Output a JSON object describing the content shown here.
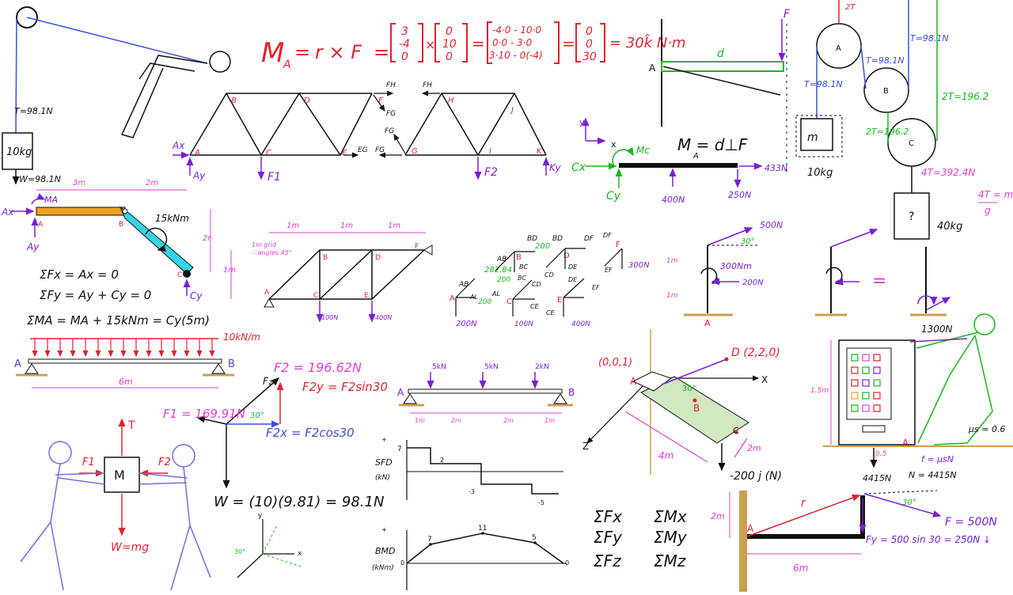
{
  "colors": {
    "black": "#111111",
    "red": "#e0232d",
    "purple": "#7a1fd6",
    "pink": "#e23fd0",
    "green": "#16b81c",
    "blue": "#3a4fe0",
    "orange": "#f0a020",
    "cyan": "#33d6e6"
  },
  "moment_equation": {
    "lhs": "M",
    "lhs_sub": "A",
    "eq1": "=",
    "rxf": "r × F",
    "eq2": "=",
    "r_vec": [
      "3",
      "-4",
      "0"
    ],
    "cross": "×",
    "f_vec": [
      "0",
      "10",
      "0"
    ],
    "eq3": "=",
    "det_rows": [
      "-4·0 - 10·0",
      "0·0 - 3·0",
      "3·10 - 0(-4)"
    ],
    "eq4": "=",
    "res_vec": [
      "0",
      "0",
      "30"
    ],
    "result": "= 30k̂ N·m"
  },
  "pulley_person": {
    "tension": "T=98.1N",
    "mass": "10kg",
    "weight": "W=98.1N"
  },
  "truss1": {
    "joints": [
      "A",
      "B",
      "C",
      "D",
      "E",
      "F"
    ],
    "forces": [
      "Ax",
      "Ay",
      "F1",
      "FH",
      "FG",
      "EG"
    ]
  },
  "truss2": {
    "joints": [
      "H",
      "J",
      "G",
      "I",
      "K"
    ],
    "forces": [
      "FH",
      "FG",
      "FG",
      "F2",
      "Ky",
      "EG"
    ]
  },
  "lever_arm": {
    "point": "A",
    "force": "F",
    "arm": "d",
    "equation": "M = d⊥F",
    "eq_sub": "A"
  },
  "pulley_system": {
    "pulleys": [
      "A",
      "B",
      "C"
    ],
    "tensions": [
      "2T",
      "T=98.1N",
      "T=98.1N",
      "T=98.1N",
      "2T=196.2",
      "2T=196.2",
      "4T=392.4N"
    ],
    "known_mass": "m",
    "known_mass_label": "10kg",
    "unknown_mass": "?",
    "unknown_mass_label": "40kg",
    "ratio": "4T = m",
    "ratio_den": "g"
  },
  "beam_fbd": {
    "axis_y": "y",
    "axis_x": "x",
    "moment": "Mc",
    "forces": [
      "Cx",
      "Cy",
      "400N",
      "250N",
      "433N"
    ]
  },
  "frame": {
    "labels": [
      "Ax",
      "MA",
      "A",
      "B",
      "C",
      "Ay",
      "Cy",
      "15kNm"
    ],
    "dims": [
      "3m",
      "2m",
      "2r"
    ],
    "equations": [
      "ΣFx = Ax = 0",
      "ΣFy = Ay + Cy = 0",
      "ΣMA = MA + 15kNm = Cy(5m)"
    ]
  },
  "truss3": {
    "dims": [
      "1m",
      "1m",
      "1m",
      "1m"
    ],
    "note": [
      "1m grid",
      "∴ angles 45°"
    ],
    "joints": [
      "A",
      "B",
      "C",
      "D",
      "E",
      "F"
    ],
    "loads": [
      "100N",
      "400N"
    ]
  },
  "joint_method": {
    "labels": [
      "BD",
      "BD",
      "DF",
      "DF",
      "F",
      "AB",
      "AB",
      "BC",
      "BC",
      "CD",
      "CD",
      "DE",
      "DE",
      "EF",
      "EF",
      "AL",
      "AL",
      "CE",
      "CE",
      "A",
      "B",
      "C",
      "D",
      "E",
      "300N",
      "200N",
      "100N",
      "400N"
    ],
    "values": [
      "200",
      "282.84",
      "200",
      "200"
    ]
  },
  "post1": {
    "force": "500N",
    "angle": "30°",
    "moment": "300Nm",
    "horiz": "200N",
    "heights": [
      "1m",
      "1m"
    ],
    "base": "A"
  },
  "equiv": {
    "equals": "="
  },
  "dist_load": {
    "intensity": "10kN/m",
    "span": "6m",
    "left": "A",
    "right": "B"
  },
  "force_components": {
    "f2": "F2 = 196.62N",
    "f1": "F1 = 169.91N",
    "f2y": "F2y = F2sin30",
    "f2x": "F2x = F2cos30",
    "angle": "30°",
    "weight": "W = (10)(9.81) = 98.1N"
  },
  "stick_box": {
    "tension": "T",
    "box": "M",
    "f1": "F1",
    "f2": "F2",
    "weight": "W=mg"
  },
  "axes_sketch": {
    "y": "y",
    "x": "x",
    "angle": "30°"
  },
  "point_loads": {
    "loads": [
      "5kN",
      "5kN",
      "2kN"
    ],
    "left": "A",
    "right": "B",
    "spans": [
      "1m",
      "2m",
      "2m",
      "1m"
    ]
  },
  "sfd": {
    "title": "SFD",
    "unit": "(kN)",
    "values": [
      "7",
      "2",
      "-3",
      "-5"
    ],
    "plus": "+",
    "minus": "-"
  },
  "bmd": {
    "title": "BMD",
    "unit": "(kNm)",
    "values": [
      "0",
      "7",
      "11",
      "5",
      "0"
    ],
    "plus": "+"
  },
  "plate3d": {
    "p1": "(0,0,1)",
    "p2": "D (2,2,0)",
    "a": "A",
    "b": "B",
    "c": "C",
    "angle": "30°",
    "l1": "4m",
    "l2": "2m",
    "load": "-200 j (N)",
    "x": "X",
    "z": "Z"
  },
  "vending": {
    "push": "1300N",
    "height": "1.5m",
    "a": "A",
    "width": "0.5",
    "weight": "4415N",
    "normal": "N = 4415N",
    "friction": "f = μsN",
    "mu": "μs = 0.6"
  },
  "sums": [
    "ΣFx",
    "ΣFy",
    "ΣFz",
    "ΣMx",
    "ΣMy",
    "ΣMz"
  ],
  "bracket": {
    "r": "r",
    "a": "A",
    "height": "2m",
    "angle": "30°",
    "f": "F = 500N",
    "fy": "Fy = 500 sin 30 = 250N ↓",
    "width": "6m"
  }
}
